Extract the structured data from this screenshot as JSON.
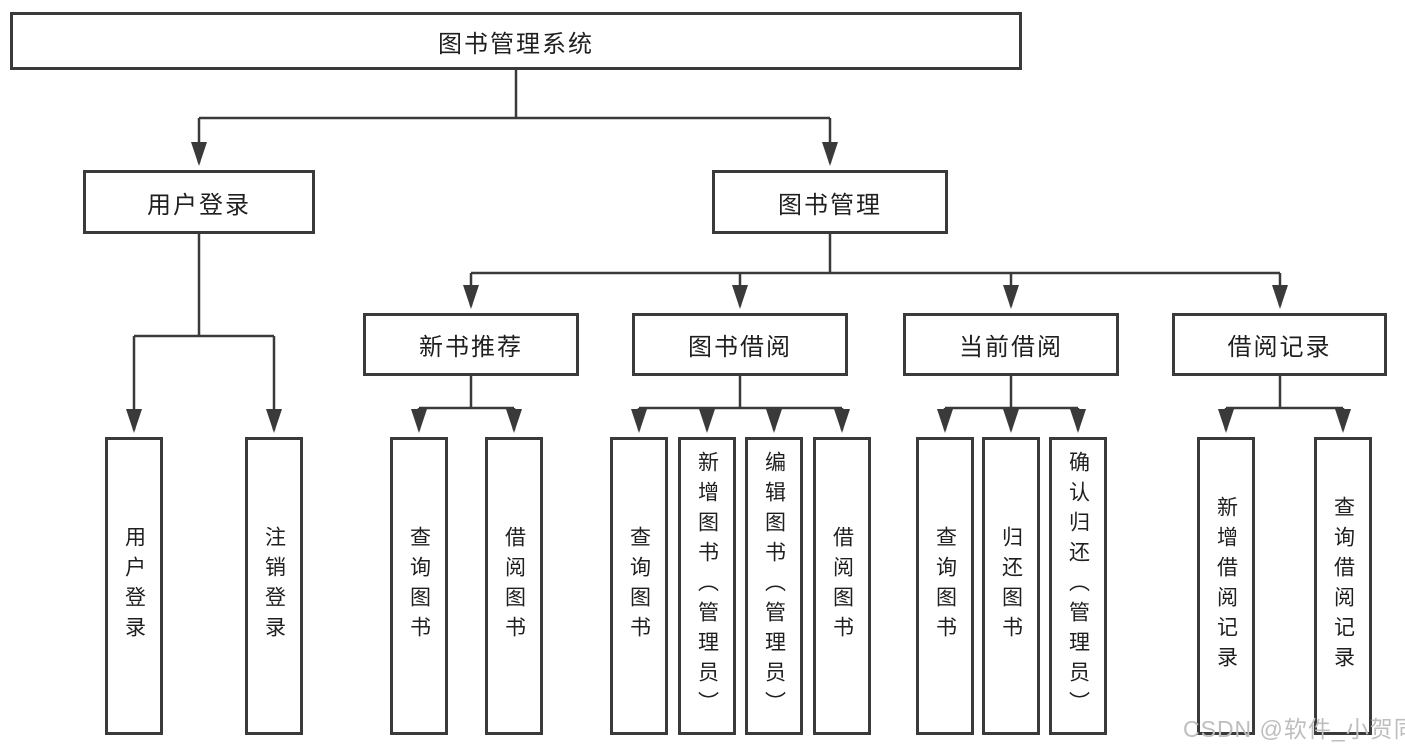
{
  "diagram": {
    "title": "图书管理系统",
    "root": {
      "label": "图书管理系统"
    },
    "level2": [
      {
        "id": "user-login",
        "label": "用户登录"
      },
      {
        "id": "book-management",
        "label": "图书管理"
      }
    ],
    "level3": [
      {
        "id": "new-book-recommendation",
        "label": "新书推荐"
      },
      {
        "id": "book-borrowing",
        "label": "图书借阅"
      },
      {
        "id": "current-borrowing",
        "label": "当前借阅"
      },
      {
        "id": "borrowing-records",
        "label": "借阅记录"
      }
    ],
    "leaves": {
      "user_login": [
        {
          "label": "用户登录"
        },
        {
          "label": "注销登录"
        }
      ],
      "new_book": [
        {
          "label": "查询图书"
        },
        {
          "label": "借阅图书"
        }
      ],
      "book_borrow": [
        {
          "label": "查询图书"
        },
        {
          "label": "新增图书（管理员）"
        },
        {
          "label": "编辑图书（管理员）"
        },
        {
          "label": "借阅图书"
        }
      ],
      "current_borrow": [
        {
          "label": "查询图书"
        },
        {
          "label": "归还图书"
        },
        {
          "label": "确认归还（管理员）"
        }
      ],
      "borrow_records": [
        {
          "label": "新增借阅记录"
        },
        {
          "label": "查询借阅记录"
        }
      ]
    },
    "watermark": "CSDN @软件_小贺同学",
    "colors": {
      "line": "#3a3a3a",
      "text": "#1f1f1f",
      "background": "#ffffff",
      "watermark": "#bebebe"
    }
  }
}
